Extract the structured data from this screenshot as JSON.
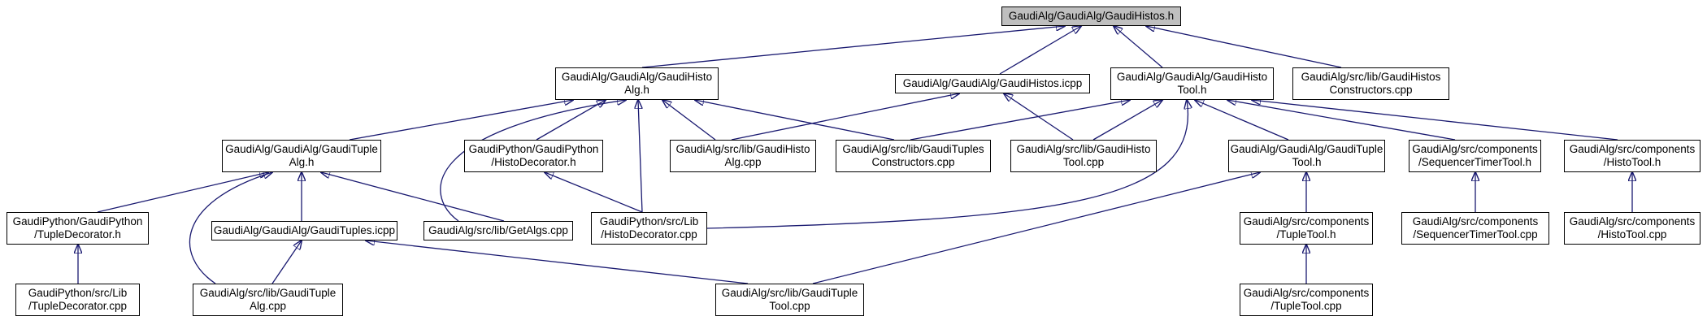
{
  "diagram": {
    "nodes": [
      {
        "id": "root",
        "lines": [
          "GaudiAlg/GaudiAlg/GaudiHistos.h"
        ],
        "highlight": true
      },
      {
        "id": "histoalg_h",
        "lines": [
          "GaudiAlg/GaudiAlg/GaudiHisto",
          "Alg.h"
        ]
      },
      {
        "id": "histos_icpp",
        "lines": [
          "GaudiAlg/GaudiAlg/GaudiHistos.icpp"
        ]
      },
      {
        "id": "histotool_h",
        "lines": [
          "GaudiAlg/GaudiAlg/GaudiHisto",
          "Tool.h"
        ]
      },
      {
        "id": "histos_ctor",
        "lines": [
          "GaudiAlg/src/lib/GaudiHistos",
          "Constructors.cpp"
        ]
      },
      {
        "id": "tuplealg_h",
        "lines": [
          "GaudiAlg/GaudiAlg/GaudiTuple",
          "Alg.h"
        ]
      },
      {
        "id": "histodeco_h",
        "lines": [
          "GaudiPython/GaudiPython",
          "/HistoDecorator.h"
        ]
      },
      {
        "id": "histoalg_cpp",
        "lines": [
          "GaudiAlg/src/lib/GaudiHisto",
          "Alg.cpp"
        ]
      },
      {
        "id": "tuples_ctor",
        "lines": [
          "GaudiAlg/src/lib/GaudiTuples",
          "Constructors.cpp"
        ]
      },
      {
        "id": "histotool_cpp",
        "lines": [
          "GaudiAlg/src/lib/GaudiHisto",
          "Tool.cpp"
        ]
      },
      {
        "id": "tupletool_h",
        "lines": [
          "GaudiAlg/GaudiAlg/GaudiTuple",
          "Tool.h"
        ]
      },
      {
        "id": "seqtimer_h",
        "lines": [
          "GaudiAlg/src/components",
          "/SequencerTimerTool.h"
        ]
      },
      {
        "id": "comp_histotool_h",
        "lines": [
          "GaudiAlg/src/components",
          "/HistoTool.h"
        ]
      },
      {
        "id": "tupledeco_h",
        "lines": [
          "GaudiPython/GaudiPython",
          "/TupleDecorator.h"
        ]
      },
      {
        "id": "tuples_icpp",
        "lines": [
          "GaudiAlg/GaudiAlg/GaudiTuples.icpp"
        ]
      },
      {
        "id": "getalgs",
        "lines": [
          "GaudiAlg/src/lib/GetAlgs.cpp"
        ]
      },
      {
        "id": "histodeco_cpp",
        "lines": [
          "GaudiPython/src/Lib",
          "/HistoDecorator.cpp"
        ]
      },
      {
        "id": "comp_tupletool_h",
        "lines": [
          "GaudiAlg/src/components",
          "/TupleTool.h"
        ]
      },
      {
        "id": "seqtimer_cpp",
        "lines": [
          "GaudiAlg/src/components",
          "/SequencerTimerTool.cpp"
        ]
      },
      {
        "id": "comp_histotool_cpp",
        "lines": [
          "GaudiAlg/src/components",
          "/HistoTool.cpp"
        ]
      },
      {
        "id": "tupledeco_cpp",
        "lines": [
          "GaudiPython/src/Lib",
          "/TupleDecorator.cpp"
        ]
      },
      {
        "id": "tuplealg_cpp",
        "lines": [
          "GaudiAlg/src/lib/GaudiTuple",
          "Alg.cpp"
        ]
      },
      {
        "id": "tupletool_cpp",
        "lines": [
          "GaudiAlg/src/lib/GaudiTuple",
          "Tool.cpp"
        ]
      },
      {
        "id": "comp_tupletool_cpp",
        "lines": [
          "GaudiAlg/src/components",
          "/TupleTool.cpp"
        ]
      }
    ],
    "edges": [
      {
        "from": "histoalg_h",
        "to": "root"
      },
      {
        "from": "histos_icpp",
        "to": "root"
      },
      {
        "from": "histotool_h",
        "to": "root"
      },
      {
        "from": "histos_ctor",
        "to": "root"
      },
      {
        "from": "tuplealg_h",
        "to": "histoalg_h"
      },
      {
        "from": "histodeco_h",
        "to": "histoalg_h"
      },
      {
        "from": "histoalg_cpp",
        "to": "histoalg_h"
      },
      {
        "from": "tuples_ctor",
        "to": "histoalg_h"
      },
      {
        "from": "getalgs",
        "to": "histoalg_h"
      },
      {
        "from": "histodeco_cpp",
        "to": "histoalg_h"
      },
      {
        "from": "histoalg_cpp",
        "to": "histos_icpp"
      },
      {
        "from": "histotool_cpp",
        "to": "histos_icpp"
      },
      {
        "from": "tuples_ctor",
        "to": "histotool_h"
      },
      {
        "from": "histotool_cpp",
        "to": "histotool_h"
      },
      {
        "from": "tupletool_h",
        "to": "histotool_h"
      },
      {
        "from": "seqtimer_h",
        "to": "histotool_h"
      },
      {
        "from": "comp_histotool_h",
        "to": "histotool_h"
      },
      {
        "from": "histodeco_cpp",
        "to": "histotool_h"
      },
      {
        "from": "tupledeco_h",
        "to": "tuplealg_h"
      },
      {
        "from": "tuples_icpp",
        "to": "tuplealg_h"
      },
      {
        "from": "getalgs",
        "to": "tuplealg_h"
      },
      {
        "from": "tuplealg_cpp",
        "to": "tuplealg_h"
      },
      {
        "from": "histodeco_cpp",
        "to": "histodeco_h"
      },
      {
        "from": "tupletool_cpp",
        "to": "tupletool_h"
      },
      {
        "from": "comp_tupletool_h",
        "to": "tupletool_h"
      },
      {
        "from": "seqtimer_cpp",
        "to": "seqtimer_h"
      },
      {
        "from": "comp_histotool_cpp",
        "to": "comp_histotool_h"
      },
      {
        "from": "tupledeco_cpp",
        "to": "tupledeco_h"
      },
      {
        "from": "tuplealg_cpp",
        "to": "tuples_icpp"
      },
      {
        "from": "tupletool_cpp",
        "to": "tuples_icpp"
      },
      {
        "from": "comp_tupletool_cpp",
        "to": "comp_tupletool_h"
      }
    ]
  },
  "colors": {
    "root_fill": "#bfbfbf",
    "node_fill": "#ffffff",
    "edge": "#191970",
    "border": "#000000"
  }
}
